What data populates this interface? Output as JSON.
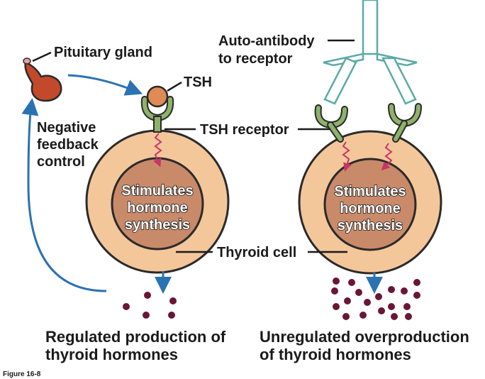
{
  "labels": {
    "pituitary_gland": "Pituitary gland",
    "tsh": "TSH",
    "negative_feedback": [
      "Negative",
      "feedback",
      "control"
    ],
    "tsh_receptor": "TSH receptor",
    "auto_antibody": [
      "Auto-antibody",
      "to receptor"
    ],
    "thyroid_cell": "Thyroid cell",
    "stimulates": [
      "Stimulates",
      "hormone",
      "synthesis"
    ],
    "regulated": [
      "Regulated production of",
      "thyroid hormones"
    ],
    "unregulated": [
      "Unregulated overproduction",
      "of thyroid hormones"
    ],
    "figure": "Figure 16-8"
  },
  "colors": {
    "outer_cell": "#f3c79a",
    "nucleus": "#c98a6a",
    "receptor": "#8db26a",
    "antibody": "#8ecac6",
    "tsh": "#e08a55",
    "pituitary": "#c24a2a",
    "arrow": "#2b72b3",
    "signal": "#c8336a",
    "hormone": "#6a1636"
  }
}
